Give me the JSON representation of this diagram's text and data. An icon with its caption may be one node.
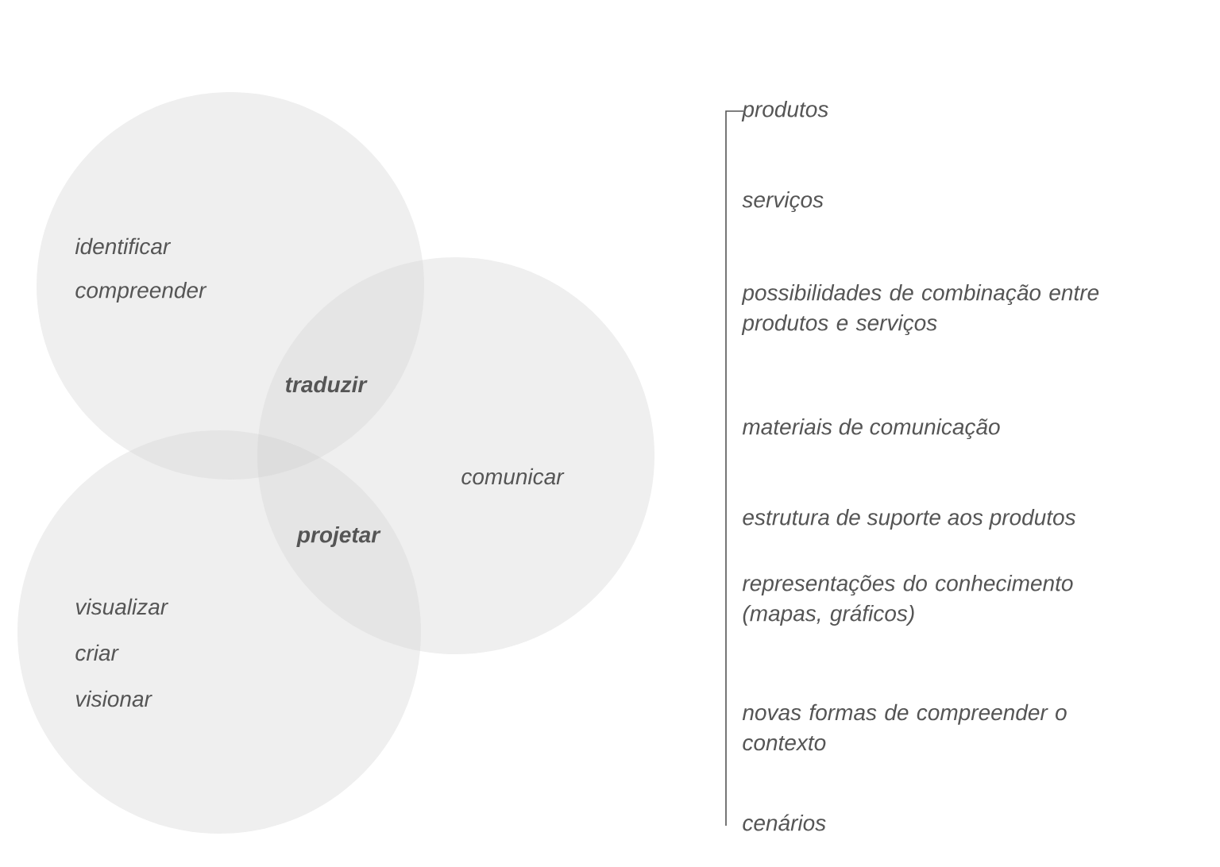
{
  "diagram": {
    "nodes": [
      {
        "text": [
          "identificar",
          "compreender"
        ]
      },
      {
        "text": [
          "comunicar"
        ]
      },
      {
        "text": [
          "visualizar",
          "criar",
          "visionar"
        ]
      }
    ],
    "edges": [],
    "labels": [
      "traduzir",
      "projetar",
      "produtos",
      "serviços",
      "possibilidades de combinação entre produtos e serviços",
      "materiais de comunicação",
      "estrutura de suporte aos produtos",
      "representações do conhecimento (mapas, gráficos)",
      "novas formas de compreender o contexto",
      "cenários"
    ]
  }
}
